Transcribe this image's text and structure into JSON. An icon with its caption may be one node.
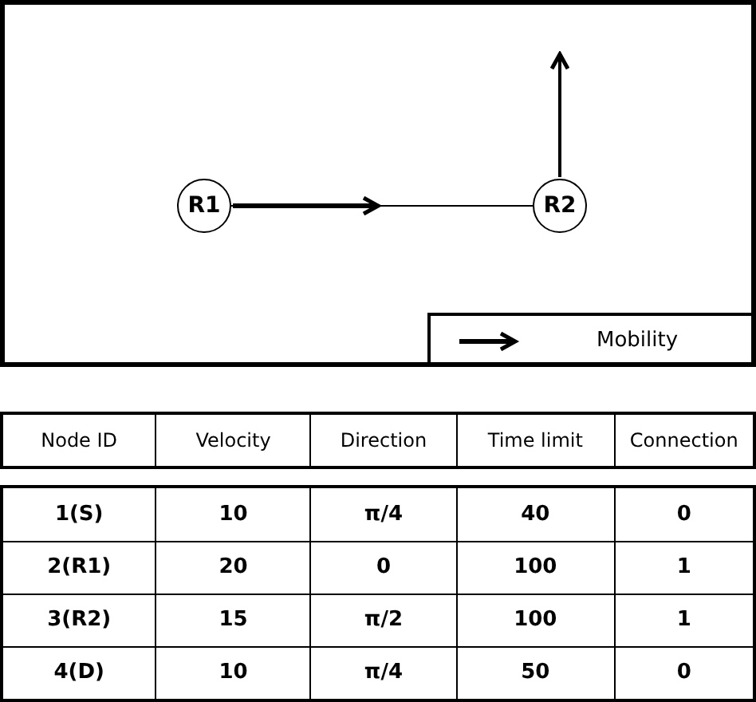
{
  "diagram": {
    "nodes": [
      {
        "text": [
          "R1"
        ]
      },
      {
        "text": [
          "R2"
        ]
      }
    ],
    "edges": [
      {
        "from": 0,
        "to": 1,
        "arrow": "none"
      }
    ],
    "labels": [
      "Node ID",
      "Velocity",
      "Direction",
      "Time limit",
      "Connection",
      "1(S)",
      "10",
      "π/4",
      "40",
      "0",
      "2(R1)",
      "20",
      "0",
      "100",
      "1",
      "3(R2)",
      "15",
      "π/2",
      "100",
      "1",
      "4(D)",
      "10",
      "π/4",
      "50",
      "0"
    ],
    "legend": [
      {
        "text": "Mobility"
      }
    ]
  }
}
